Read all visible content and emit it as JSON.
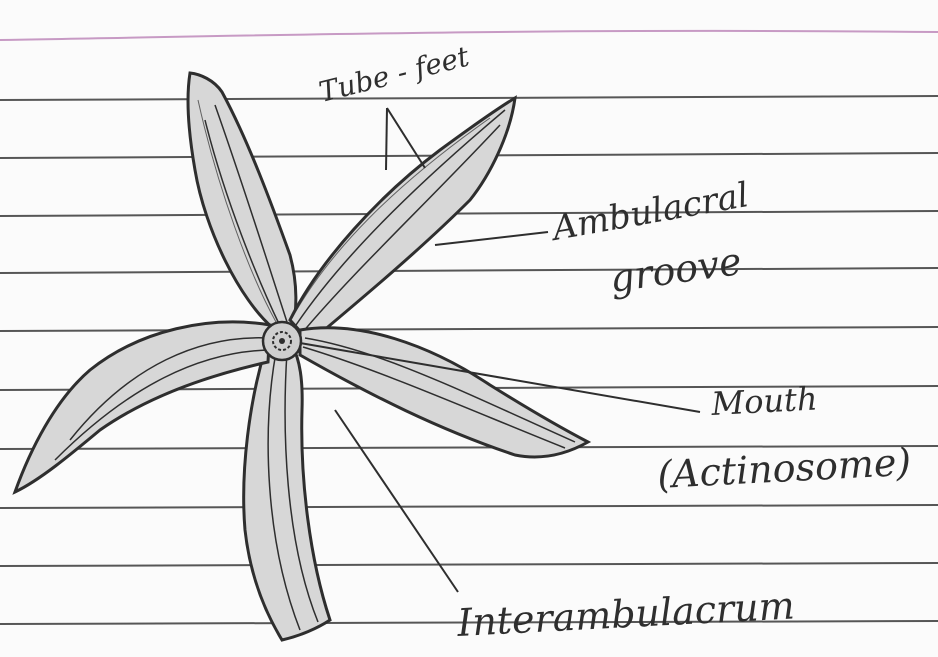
{
  "labels": {
    "tube_feet": "Tube - feet",
    "ambulacral_groove_line1": "Ambulacral",
    "ambulacral_groove_line2": "groove",
    "mouth": "Mouth",
    "actinosome": "(Actinosome)",
    "interambulacrum": "Interambulacrum"
  },
  "colors": {
    "paper": "#fbfbfb",
    "rule_line": "#3a3a3a",
    "margin_line": "#c79ac4",
    "pencil": "#2e2e2e",
    "arm_shade": "#d7d7d7"
  }
}
